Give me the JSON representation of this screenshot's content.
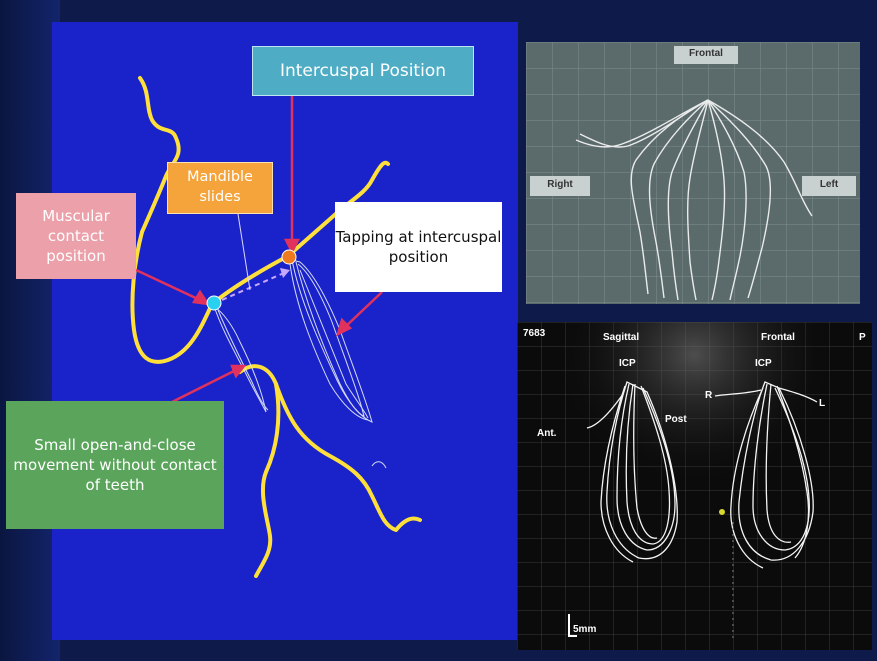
{
  "callouts": {
    "intercuspal_position": "Intercuspal Position",
    "muscular_contact_position": "Muscular contact position",
    "mandible_slides": "Mandible slides",
    "tapping": "Tapping at intercuspal position",
    "small_open_close": "Small open-and-close movement  without contact of teeth"
  },
  "photo_top": {
    "frontal": "Frontal",
    "right": "Right",
    "left": "Left"
  },
  "photo_bottom": {
    "id": "7683",
    "sagittal": "Sagittal",
    "frontal": "Frontal",
    "p": "P",
    "icp_left": "ICP",
    "icp_right": "ICP",
    "ant": "Ant.",
    "post": "Post",
    "r": "R",
    "l": "L",
    "scale": "5mm"
  },
  "colors": {
    "panel_blue": "#1a23c9",
    "trace_yellow": "#ffe03a",
    "arrow_red": "#e0325c",
    "icp_dot": "#f07a1e",
    "mcp_dot": "#2ad0f0"
  }
}
